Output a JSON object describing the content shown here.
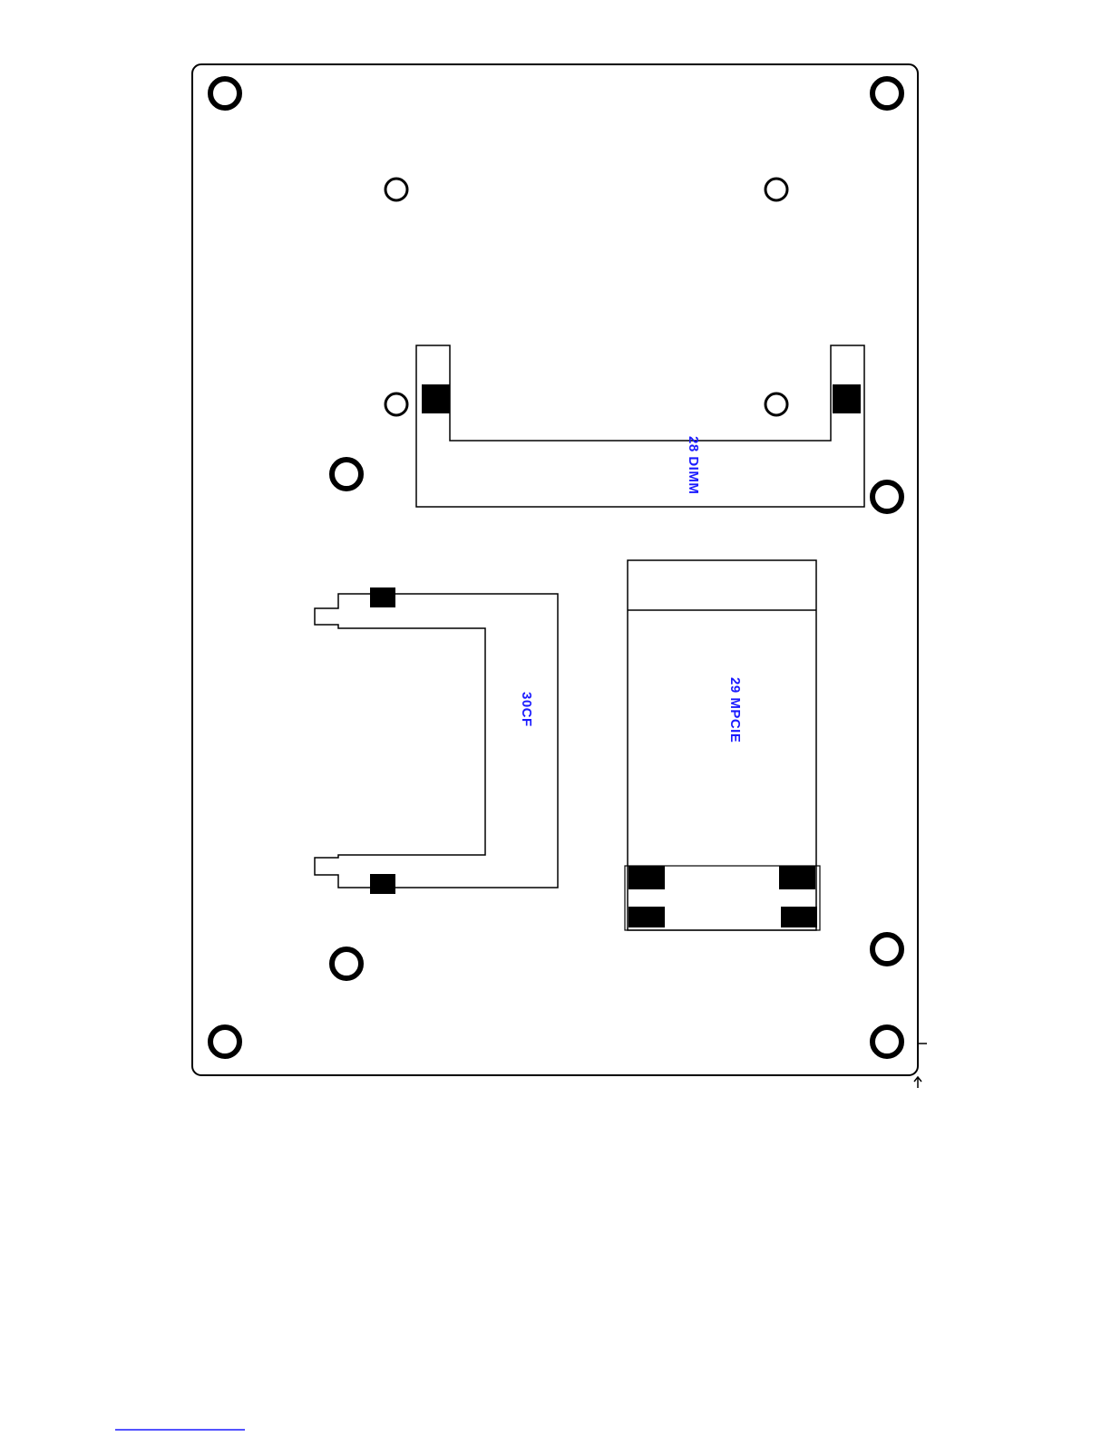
{
  "diagram": {
    "labels": {
      "dimm": "28 DIMM",
      "mpcie": "29 MPCIE",
      "cf": "30CF"
    },
    "colors": {
      "outline": "#000000",
      "label": "#1a1aff"
    }
  }
}
